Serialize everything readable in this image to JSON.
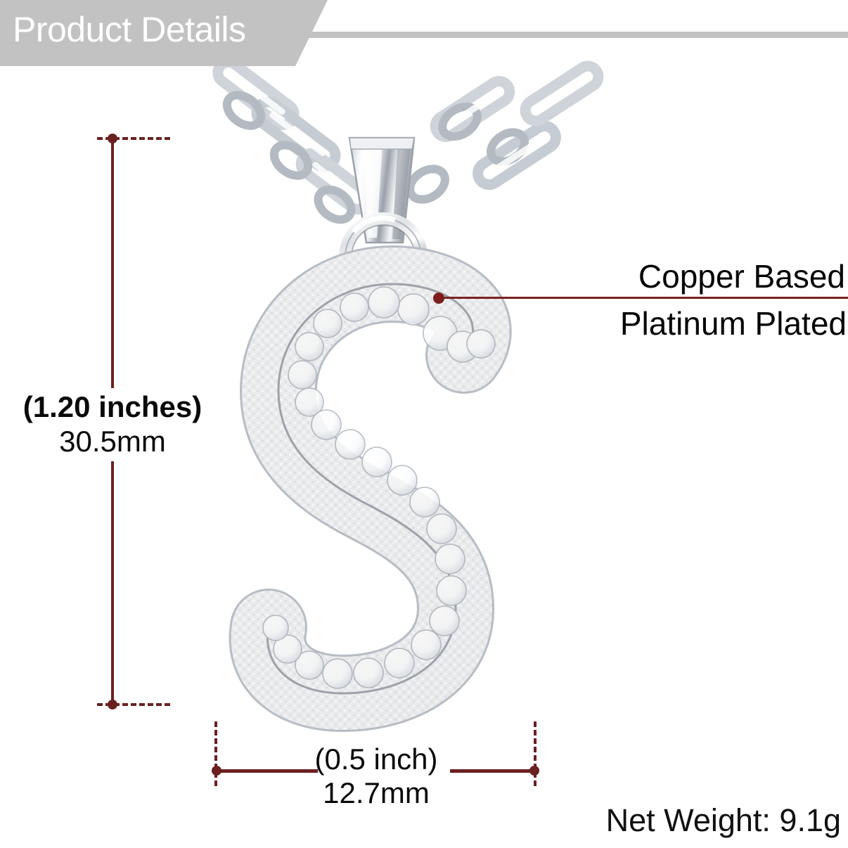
{
  "header": {
    "title": "Product Details",
    "banner_color": "#c2c2c2",
    "title_color": "#ffffff"
  },
  "product": {
    "letter": "S",
    "type": "initial-letter-pendant-necklace",
    "metal_finish_color": "#d8dade",
    "stone_color": "#ffffff"
  },
  "dimensions": {
    "accent_color": "#6b2020",
    "height": {
      "label_imperial": "(1.20 inches)",
      "label_metric": "30.5mm"
    },
    "width": {
      "label_imperial": "(0.5 inch)",
      "label_metric": "12.7mm"
    }
  },
  "callout": {
    "line_color": "#7a2323",
    "line_1": "Copper Based",
    "line_2": "Platinum Plated"
  },
  "net_weight": {
    "text": "Net Weight: 9.1g"
  }
}
